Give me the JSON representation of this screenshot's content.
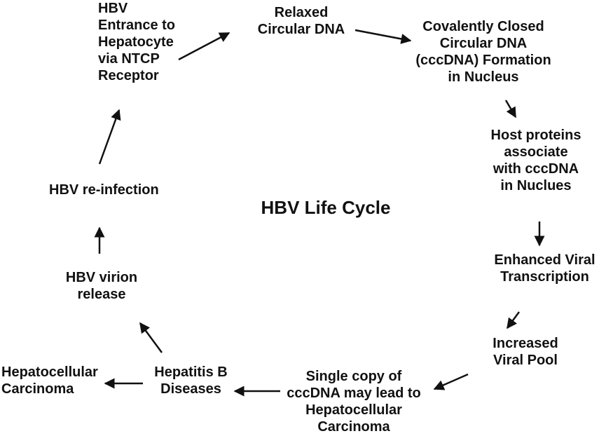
{
  "title": "HBV Life Cycle",
  "nodes": {
    "entrance": "HBV\nEntrance to\nHepatocyte\nvia NTCP\nReceptor",
    "relaxed": "Relaxed\nCircular  DNA",
    "cccdna": "Covalently Closed\nCircular DNA\n(cccDNA) Formation\nin Nucleus",
    "host": "Host proteins\nassociate\nwith cccDNA\nin Nuclues",
    "enhanced": "Enhanced Viral\nTranscription",
    "increased": "Increased\nViral Pool",
    "single": "Single copy of\ncccDNA may lead to\nHepatocellular\nCarcinoma",
    "hepatitis": "Hepatitis B\nDiseases",
    "carcinoma": "Hepatocellular\nCarcinoma",
    "release": "HBV virion\nrelease",
    "reinfection": "HBV re-infection"
  },
  "colors": {
    "text": "#111111",
    "arrow": "#111111",
    "background": "#ffffff"
  }
}
